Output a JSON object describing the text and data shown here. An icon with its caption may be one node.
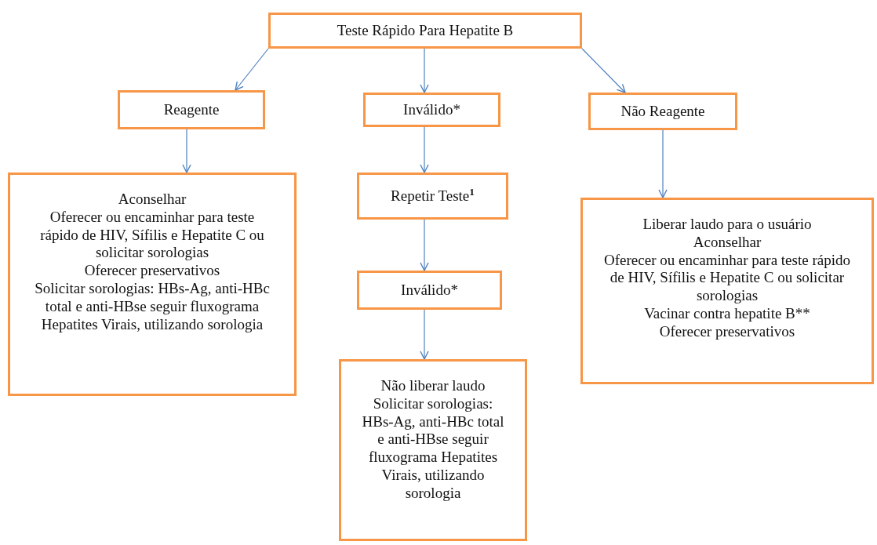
{
  "diagram": {
    "nodes": [
      {
        "text": [
          "Teste Rápido Para Hepatite B"
        ]
      },
      {
        "text": [
          "Reagente"
        ]
      },
      {
        "text": [
          "Inválido*"
        ]
      },
      {
        "text": [
          "Não Reagente"
        ]
      },
      {
        "text": [
          "Aconselhar",
          "Oferecer ou encaminhar para teste rápido de HIV, Sífilis e Hepatite C ou solicitar sorologias",
          "Oferecer preservativos",
          "Solicitar sorologias: HBs-Ag, anti-HBc total e anti-HBse seguir fluxograma Hepatites Virais, utilizando sorologia"
        ]
      },
      {
        "text": [
          "Repetir Teste$^{1}$"
        ]
      },
      {
        "text": [
          "Inválido*"
        ]
      },
      {
        "text": [
          "Não liberar laudo",
          "Solicitar sorologias: HBs-Ag, anti-HBc total e anti-HBse seguir fluxograma Hepatites Virais, utilizando sorologia"
        ]
      },
      {
        "text": [
          "Liberar laudo para o usuário",
          "Aconselhar",
          "Oferecer ou encaminhar para teste rápido de HIV, Sífilis e Hepatite C ou solicitar sorologias",
          "Vacinar contra hepatite B**",
          "Oferecer preservativos"
        ]
      }
    ],
    "edges": [
      {
        "from": 0,
        "to": 1,
        "arrow": "to"
      },
      {
        "from": 0,
        "to": 2,
        "arrow": "to"
      },
      {
        "from": 0,
        "to": 3,
        "arrow": "to"
      },
      {
        "from": 1,
        "to": 4,
        "arrow": "to"
      },
      {
        "from": 2,
        "to": 5,
        "arrow": "to"
      },
      {
        "from": 5,
        "to": 6,
        "arrow": "to"
      },
      {
        "from": 6,
        "to": 7,
        "arrow": "to"
      },
      {
        "from": 3,
        "to": 8,
        "arrow": "to"
      }
    ]
  }
}
